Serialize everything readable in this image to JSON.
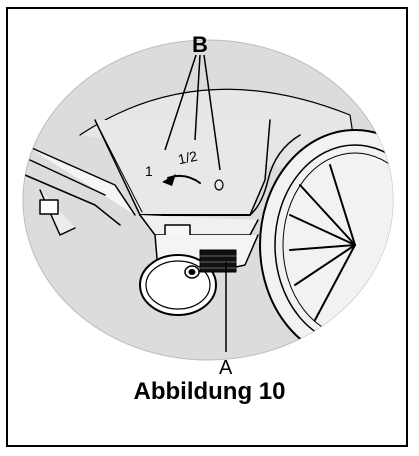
{
  "figure": {
    "label_b": "B",
    "label_a": "A",
    "mark_one": "1",
    "mark_half": "1/2",
    "mark_zero": "0"
  },
  "caption": "Abbildung 10"
}
